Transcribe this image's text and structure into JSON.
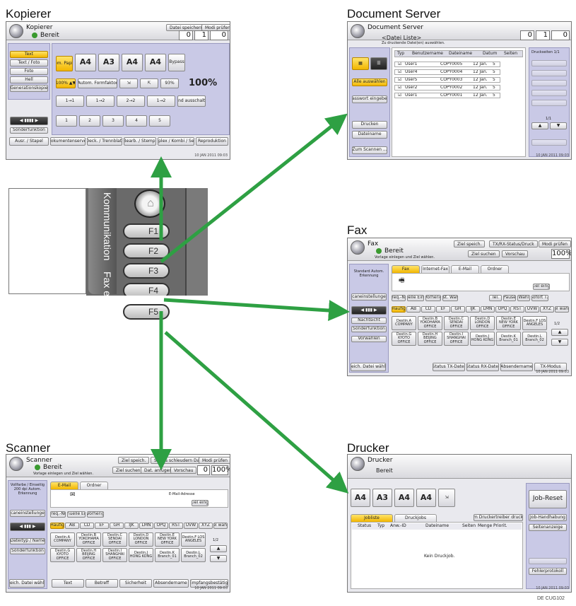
{
  "sections": {
    "copier": "Kopierer",
    "docserver": "Document Server",
    "fax": "Fax",
    "scanner": "Scanner",
    "printer": "Drucker"
  },
  "copier": {
    "app": "Kopierer",
    "state": "Bereit",
    "hbtns": [
      "Datei speichern",
      "Modi prüfen"
    ],
    "counters": [
      "0",
      "1",
      "0"
    ],
    "left": [
      "Text",
      "Text / Foto",
      "Foto",
      "Hell",
      "Generationskopie"
    ],
    "auto_paper": "Autom. Papierw.",
    "papers": [
      "A4",
      "A3",
      "A4",
      "A4"
    ],
    "bypass": "Bypass",
    "ratio_buttons": [
      "100% ▲▼",
      "Autom. Formfaktor"
    ],
    "ratio_small": "93%",
    "ratio": "100%",
    "dup_buttons": [
      "1→1",
      "1→2",
      "2→2",
      "1→2"
    ],
    "finish_btn": "Rand ausschalten",
    "lower_buttons": [
      "1",
      "2",
      "3",
      "4",
      "5"
    ],
    "mode_button": "Sonderfunktion",
    "adj_button": "Ausr. / Stapel",
    "bottom": [
      "Dokumentenserver",
      "Deck. / Trennblatt",
      "Bearb. / Stemp.",
      "Duplex / Kombi / Serie",
      "Reproduktion"
    ],
    "footer": "10 JAN 2011 09:03"
  },
  "docserver": {
    "app": "Document Server",
    "title": "<Datei Liste>",
    "subtitle": "Zu druckende Datei(en) auswählen.",
    "counters": [
      "0",
      "1",
      "0"
    ],
    "left": [
      "Alle auswählen",
      "Passwort eingeben",
      "Drucken",
      "Dateiname",
      "Zum Scannen ..."
    ],
    "columns": [
      "Typ",
      "Benutzername",
      "Dateiname",
      "Datum",
      "Seiten"
    ],
    "rows": [
      [
        "User1",
        "COPY0005",
        "12 Jan.",
        "5"
      ],
      [
        "User4",
        "COPY0004",
        "12 Jan.",
        "5"
      ],
      [
        "User5",
        "COPY0003",
        "12 Jan.",
        "5"
      ],
      [
        "User2",
        "COPY0002",
        "12 Jan.",
        "5"
      ],
      [
        "User1",
        "COPY0001",
        "12 Jan.",
        "5"
      ]
    ],
    "right_head": "Druckseiten 1/1",
    "pager": "1/1",
    "footer": "10 JAN 2011 09:03"
  },
  "fax": {
    "app": "Fax",
    "state": "Bereit",
    "subtitle": "Vorlage einlegen und Ziel wählen.",
    "hbtns": [
      "Ziel speich.",
      "TX/RX-Status/Druck",
      "Modi prüfen"
    ],
    "hbtns2": [
      "Ziel suchen",
      "Vorschau"
    ],
    "counter": "100%",
    "left_info": "Standard Autom. Erkennung",
    "left": [
      "Scaneinstellungen",
      "Nachtsicht",
      "Sonderfunktion",
      "Vorwählen"
    ],
    "tabs": [
      "Fax",
      "Internet-Fax",
      "E-Mail",
      "Ordner"
    ],
    "dest_btn": "Ziel eing.",
    "small_row": [
      "Freq.-Nr.",
      "Manuelle Eingabe",
      "Vorherig",
      "Lst. Wahl",
      "Tel.",
      "Pause",
      "Wahl",
      "Sofort TX"
    ],
    "letter_row": [
      "Häufig",
      "AB",
      "CD",
      "EF",
      "GH",
      "IJK",
      "LMN",
      "OPQ",
      "RST",
      "UVW",
      "XYZ",
      "Titel wählen"
    ],
    "entries": [
      "Destin.A COMPANY",
      "Destin.B YOKOHAMA OFFICE",
      "Destin.C SENDAI OFFICE",
      "Destin.D LONDON OFFICE",
      "Destin.E NEW YORK OFFICE",
      "Destin.F LOS ANGELES",
      "Destin.G KYOTO OFFICE",
      "Destin.H BEIJING OFFICE",
      "Destin.I SHANGHAI OFFICE",
      "Destin.J HONG KONG",
      "Destin.K Branch_01",
      "Destin.L Branch_02"
    ],
    "pager": "1/2",
    "bottom": [
      "Speich. Datei wählen",
      "Status TX-Datei",
      "Status RX-Datei",
      "Absendername",
      "TX-Modus"
    ],
    "footer": "10 JAN 2011 09:03"
  },
  "scanner": {
    "app": "Scanner",
    "state": "Bereit",
    "subtitle": "Vorlage einlegen und Ziel wählen.",
    "hbtns": [
      "Ziel speich.",
      "Status schleudern Dat.",
      "Modi prüfen"
    ],
    "hbtns2": [
      "Ziel suchen",
      "Dat. anfügen",
      "Vorschau"
    ],
    "counters": [
      "0",
      "100%"
    ],
    "left_info": "Vollfarbe / Einseitig 200 dpi Autom. Erkennung",
    "left": [
      "Scaneinstellungen",
      "Dateityp / Name",
      "Sonderfunktion"
    ],
    "tabs": [
      "E-Mail",
      "Ordner"
    ],
    "email_label": "E-Mail-Adresse",
    "dest_btn": "Ziel eing.",
    "small_row": [
      "Freq.-Nr.",
      "Manuelle Eing.",
      "Vorherig"
    ],
    "letter_row": [
      "Häufig",
      "AB",
      "CD",
      "EF",
      "GH",
      "IJK",
      "LMN",
      "OPQ",
      "RST",
      "UVW",
      "XYZ",
      "Titel wählen"
    ],
    "entries": [
      "Destin.A COMPANY",
      "Destin.B YOKOHAMA OFFICE",
      "Destin.C SENDAI OFFICE",
      "Destin.D LONDON OFFICE",
      "Destin.E NEW YORK OFFICE",
      "Destin.F LOS ANGELES",
      "Destin.G KYOTO OFFICE",
      "Destin.H BEIJING OFFICE",
      "Destin.I SHANGHAI OFFICE",
      "Destin.J HONG KONG",
      "Destin.K Branch_01",
      "Destin.L Branch_02"
    ],
    "pager": "1/2",
    "bottom": [
      "Speich. Datei wählen",
      "Text",
      "Betreff",
      "Sicherheit",
      "Absendername",
      "Empfangsbestätig."
    ],
    "footer": "10 JAN 2011 09:03"
  },
  "printer": {
    "app": "Drucker",
    "state": "Bereit",
    "papers": [
      "A4",
      "A3",
      "A4",
      "A4"
    ],
    "tabs": [
      "Jobliste",
      "Druckjobs"
    ],
    "right_btn": "Vom Druckertreiber drucken",
    "columns": [
      "Status",
      "Typ",
      "Anw.-ID",
      "Dateiname",
      "Seiten",
      "Menge",
      "Priorit."
    ],
    "empty": "Kein Druckjob.",
    "reset": "Job-Reset",
    "right_buttons": [
      "Job-Handhabung",
      "Seitenanzeige",
      "Fehlerprotokoll"
    ],
    "footer": "10 JAN 2011 09:03"
  },
  "panel": {
    "labels": [
      "Kommunikation",
      "Fax empfangen"
    ],
    "keys": [
      "F1",
      "F2",
      "F3",
      "F4",
      "F5"
    ],
    "home_icon": "home-icon"
  },
  "caption": "DE CUG102"
}
